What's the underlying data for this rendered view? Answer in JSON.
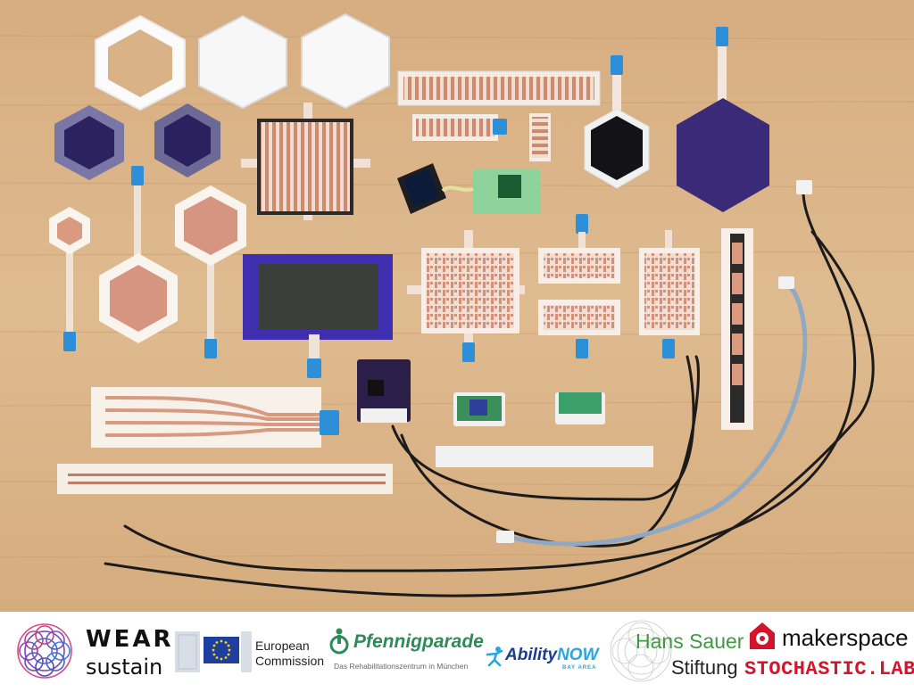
{
  "photo": {
    "description_icon": "wearable-textile-sensors-photo"
  },
  "logos": {
    "wear_title": "WEAR",
    "wear_sub": "sustain",
    "ec_line1": "European",
    "ec_line2": "Commission",
    "pf_title": "Pfennigparade",
    "pf_sub": "Das Rehabilitationszentrum in München",
    "an_ability": "Ability",
    "an_now": "NOW",
    "an_bay": "BAY AREA",
    "hs_line1": "Hans Sauer",
    "hs_line2": "Stiftung",
    "mk_line1": "makerspace",
    "mk_line2": "STOCHASTIC.LABS"
  },
  "colors": {
    "wood": "#d9b387",
    "copper": "#d99a80",
    "blue_connector": "#2c8fd8",
    "purple_fabric": "#3a2a78",
    "brand_red": "#d4142a",
    "brand_green": "#3f9a3f"
  }
}
